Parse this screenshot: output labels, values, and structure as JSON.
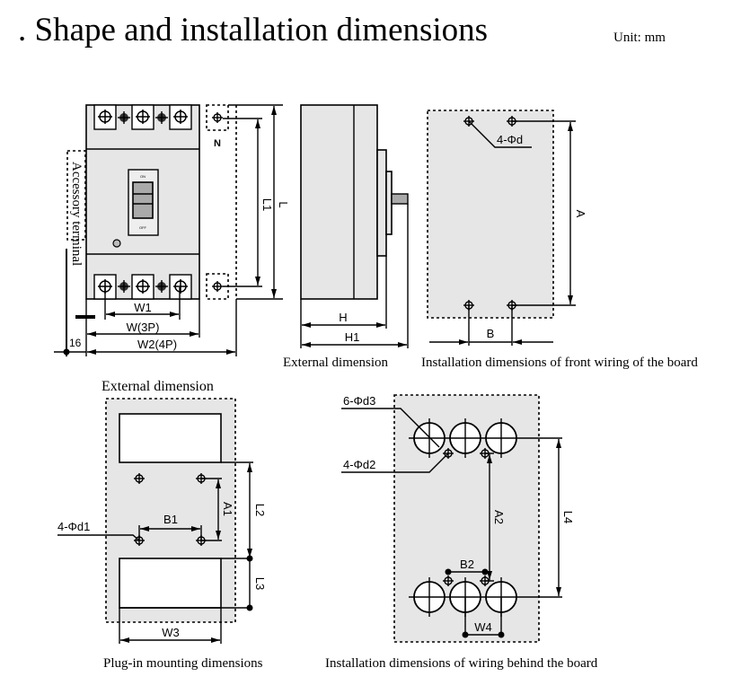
{
  "header": {
    "title": ". Shape and installation dimensions",
    "unit": "Unit:  mm"
  },
  "front_view": {
    "accessory_label": "Accessory terminal",
    "n_label": "N",
    "switch_on": "ON",
    "switch_off": "OFF",
    "dims": {
      "L": "L",
      "L1": "L1",
      "W1": "W1",
      "W3P": "W(3P)",
      "W24P": "W2(4P)",
      "offset": "16"
    },
    "caption": "External dimension"
  },
  "side_view": {
    "dims": {
      "H": "H",
      "H1": "H1"
    },
    "caption": "External dimension"
  },
  "front_wiring": {
    "holes": "4-Φd",
    "dims": {
      "A": "A",
      "B": "B"
    },
    "caption": "Installation dimensions of front wiring of the board"
  },
  "plug_in": {
    "holes": "4-Φd1",
    "dims": {
      "A1": "A1",
      "B1": "B1",
      "L2": "L2",
      "L3": "L3",
      "W3": "W3"
    },
    "caption": "Plug-in mounting dimensions"
  },
  "behind_wiring": {
    "holes_large": "6-Φd3",
    "holes_small": "4-Φd2",
    "dims": {
      "A2": "A2",
      "B2": "B2",
      "L4": "L4",
      "W4": "W4"
    },
    "caption": "Installation dimensions of wiring behind the board"
  }
}
